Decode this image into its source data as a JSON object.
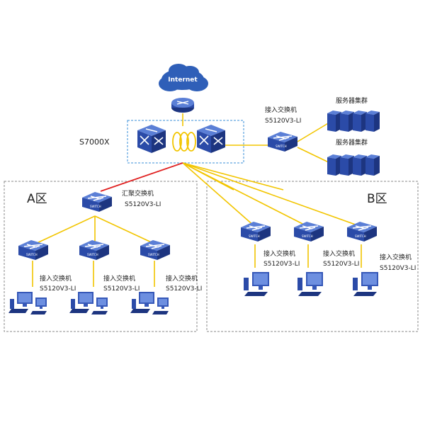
{
  "internet_label": "Internet",
  "core": {
    "label": "S7000X"
  },
  "server_access": {
    "title": "接入交换机",
    "model": "S5120V3-LI"
  },
  "server_clusters": [
    "服务器集群",
    "服务器集群"
  ],
  "zone_a": {
    "label": "A区",
    "aggregation": {
      "title": "汇聚交换机",
      "model": "S5120V3-LI"
    },
    "access": [
      {
        "title": "接入交换机",
        "model": "S5120V3-LI"
      },
      {
        "title": "接入交换机",
        "model": "S5120V3-LI"
      },
      {
        "title": "接入交换机",
        "model": "S5120V3-LI"
      }
    ]
  },
  "zone_b": {
    "label": "B区",
    "access": [
      {
        "title": "接入交换机",
        "model": "S5120V3-LI"
      },
      {
        "title": "接入交换机",
        "model": "S5120V3-LI"
      },
      {
        "title": "接入交换机",
        "model": "S5120V3-LI"
      }
    ]
  },
  "colors": {
    "device": "#2b4ba8",
    "device_top": "#5b7fd6",
    "device_side": "#1d3580",
    "link": "#f2c500",
    "uplink": "#e02020",
    "zone_border": "#888888",
    "core_border": "#3a8fd8",
    "cloud": "#2f5fb8"
  }
}
